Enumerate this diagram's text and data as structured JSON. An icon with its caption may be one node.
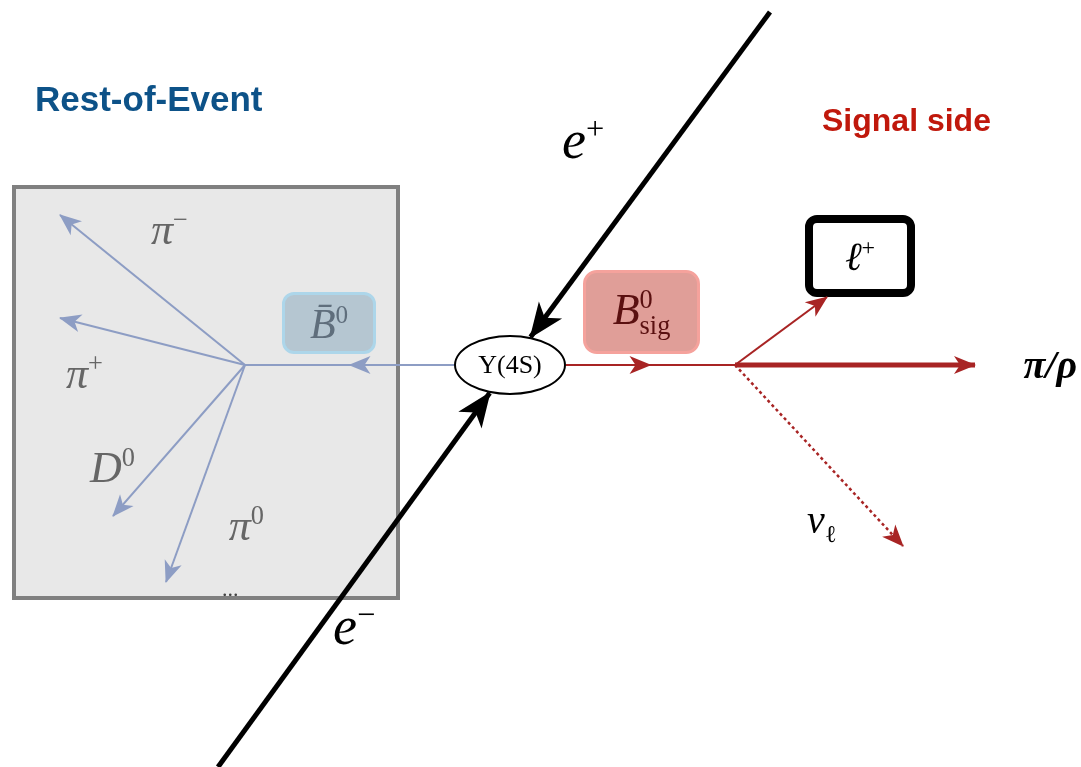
{
  "diagram": {
    "nodes": [
      {
        "text": [
          "Rest-of-Event"
        ]
      },
      {
        "text": [
          "*B̄*$^{0}$"
        ],
        "in": 0
      },
      {
        "text": [
          "*π*$^{−}$"
        ],
        "in": 0
      },
      {
        "text": [
          "*π*$^{+}$"
        ],
        "in": 0
      },
      {
        "text": [
          "*D*$^{0}$"
        ],
        "in": 0
      },
      {
        "text": [
          "*π*$^{0}$"
        ],
        "in": 0
      },
      {
        "text": [
          "Υ(4S)"
        ]
      },
      {
        "text": [
          "*B*$^{0}$$_{sig}$"
        ]
      },
      {
        "text": [
          "*ℓ*$^{+}$"
        ]
      },
      {
        "text": [
          "π/ρ"
        ]
      },
      {
        "text": [
          "*ν*$_{ℓ}$"
        ]
      }
    ],
    "edges": [
      {
        "from": 6,
        "to": 2,
        "arrow": "to"
      },
      {
        "from": 6,
        "to": 3,
        "arrow": "to"
      },
      {
        "from": 6,
        "to": 4,
        "arrow": "to"
      },
      {
        "from": 6,
        "to": 5,
        "arrow": "to"
      },
      {
        "from": 6,
        "to": 8,
        "arrow": "to",
        "color": "#a82424"
      },
      {
        "from": 6,
        "to": 9,
        "arrow": "to",
        "style": "thick",
        "color": "#a82424"
      },
      {
        "from": 6,
        "to": 10,
        "arrow": "to",
        "style": "dashed",
        "color": "#a82424"
      },
      {
        "from": null,
        "to": 6,
        "arrow": "to",
        "label": "*e*$^{+}$",
        "style": "thick",
        "color": "#000000"
      },
      {
        "from": null,
        "to": 6,
        "arrow": "to",
        "label": "*e*$^{−}$",
        "style": "thick",
        "color": "#000000"
      }
    ],
    "labels": [
      "Signal side",
      "..."
    ]
  }
}
